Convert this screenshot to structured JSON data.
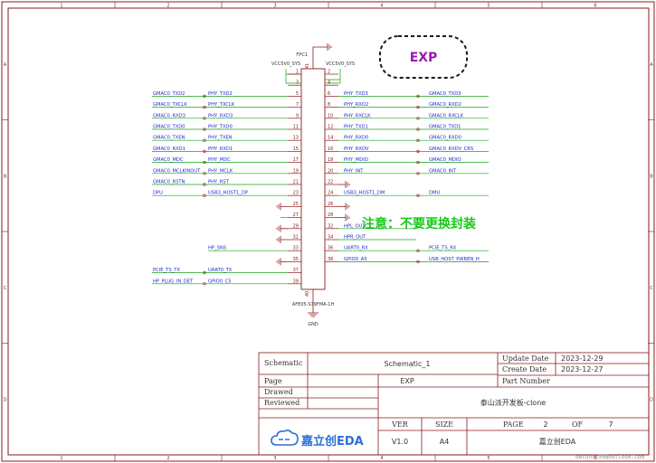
{
  "zones": {
    "top": [
      "1",
      "2",
      "3",
      "4",
      "5",
      "6"
    ],
    "side": [
      "A",
      "B",
      "C",
      "D"
    ]
  },
  "component": {
    "ref": "FPC1",
    "part": "AFE05-S39FMA-1H",
    "power_left": "VCC5V0_SYS",
    "power_right": "VCC5V0_SYS",
    "gnd_label": "GND",
    "pin40": "40",
    "pin41": "41"
  },
  "exp_box": {
    "label": "EXP"
  },
  "note": "注意：不要更换封装",
  "left_pins": [
    {
      "num": "1",
      "net": "",
      "phy": ""
    },
    {
      "num": "3",
      "net": "",
      "phy": ""
    },
    {
      "num": "5",
      "net": "GMAC0_TXD2",
      "phy": "PHY_TXD2"
    },
    {
      "num": "7",
      "net": "GMAC0_TXCLK",
      "phy": "PHY_TXCLK"
    },
    {
      "num": "9",
      "net": "GMAC0_RXD3",
      "phy": "PHY_RXD3"
    },
    {
      "num": "11",
      "net": "GMAC0_TXD0",
      "phy": "PHY_TXD0"
    },
    {
      "num": "13",
      "net": "GMAC0_TXEN",
      "phy": "PHY_TXEN"
    },
    {
      "num": "15",
      "net": "GMAC0_RXD1",
      "phy": "PHY_RXD1"
    },
    {
      "num": "17",
      "net": "GMAC0_MDC",
      "phy": "PHY_MDC"
    },
    {
      "num": "19",
      "net": "GMAC0_MCLKINOUT",
      "phy": "PHY_MCLK"
    },
    {
      "num": "21",
      "net": "GMAC0_RSTN",
      "phy": "PHY_RST"
    },
    {
      "num": "23",
      "net": "DPU",
      "phy": "USB3_HOST1_DP"
    },
    {
      "num": "25",
      "net": "",
      "phy": ""
    },
    {
      "num": "27",
      "net": "",
      "phy": ""
    },
    {
      "num": "29",
      "net": "",
      "phy": ""
    },
    {
      "num": "31",
      "net": "",
      "phy": ""
    },
    {
      "num": "33",
      "net": "",
      "phy": "HP_SNS"
    },
    {
      "num": "35",
      "net": "",
      "phy": ""
    },
    {
      "num": "37",
      "net": "PCIE_TS_TX",
      "phy": "UART0_TX"
    },
    {
      "num": "39",
      "net": "HP_PLUG_IN_DET",
      "phy": "GPIO0_C5"
    }
  ],
  "right_pins": [
    {
      "num": "2",
      "phy": "",
      "net": ""
    },
    {
      "num": "4",
      "phy": "",
      "net": ""
    },
    {
      "num": "6",
      "phy": "PHY_TXD3",
      "net": "GMAC0_TXD3"
    },
    {
      "num": "8",
      "phy": "PHY_RXD2",
      "net": "GMAC0_RXD2"
    },
    {
      "num": "10",
      "phy": "PHY_RXCLK",
      "net": "GMAC0_RXCLK"
    },
    {
      "num": "12",
      "phy": "PHY_TXD1",
      "net": "GMAC0_TXD1"
    },
    {
      "num": "14",
      "phy": "PHY_RXD0",
      "net": "GMAC0_RXD0"
    },
    {
      "num": "16",
      "phy": "PHY_RXDV",
      "net": "GMAC0_RXDV_CRS"
    },
    {
      "num": "18",
      "phy": "PHY_MDIO",
      "net": "GMAC0_MDIO"
    },
    {
      "num": "20",
      "phy": "PHY_INT",
      "net": "GMAC0_INT"
    },
    {
      "num": "22",
      "phy": "",
      "net": ""
    },
    {
      "num": "24",
      "phy": "USB3_HOST1_DM",
      "net": "DMU"
    },
    {
      "num": "26",
      "phy": "",
      "net": ""
    },
    {
      "num": "28",
      "phy": "",
      "net": ""
    },
    {
      "num": "32",
      "phy": "HPL_OUT",
      "net": ""
    },
    {
      "num": "34",
      "phy": "HPR_OUT",
      "net": ""
    },
    {
      "num": "36",
      "phy": "UART0_RX",
      "net": "PCIE_TS_RX"
    },
    {
      "num": "38",
      "phy": "GPIO0_A5",
      "net": "USB_HOST_PWREN_H"
    }
  ],
  "title_block": {
    "schematic_label": "Schematic",
    "schematic_value": "Schematic_1",
    "page_label": "Page",
    "page_value": "EXP",
    "drawed_label": "Drawed",
    "reviewed_label": "Reviewed",
    "update_label": "Update Date",
    "update_value": "2023-12-29",
    "create_label": "Create Date",
    "create_value": "2023-12-27",
    "part_label": "Part Number",
    "board_name": "泰山派开发板-clone",
    "ver_label": "VER",
    "ver_value": "V1.0",
    "size_label": "SIZE",
    "size_value": "A4",
    "page_num_label": "PAGE",
    "page_num": "2",
    "of_label": "OF",
    "page_total": "7",
    "company": "嘉立创EDA",
    "logo_text": "嘉立创EDA",
    "watermark": "deconst99@outlook.com"
  },
  "colors": {
    "frame": "#8a1a1a",
    "net": "#1f2bd3",
    "wire": "#16a516",
    "note": "#19c919",
    "exp": "#9a1ab3"
  }
}
